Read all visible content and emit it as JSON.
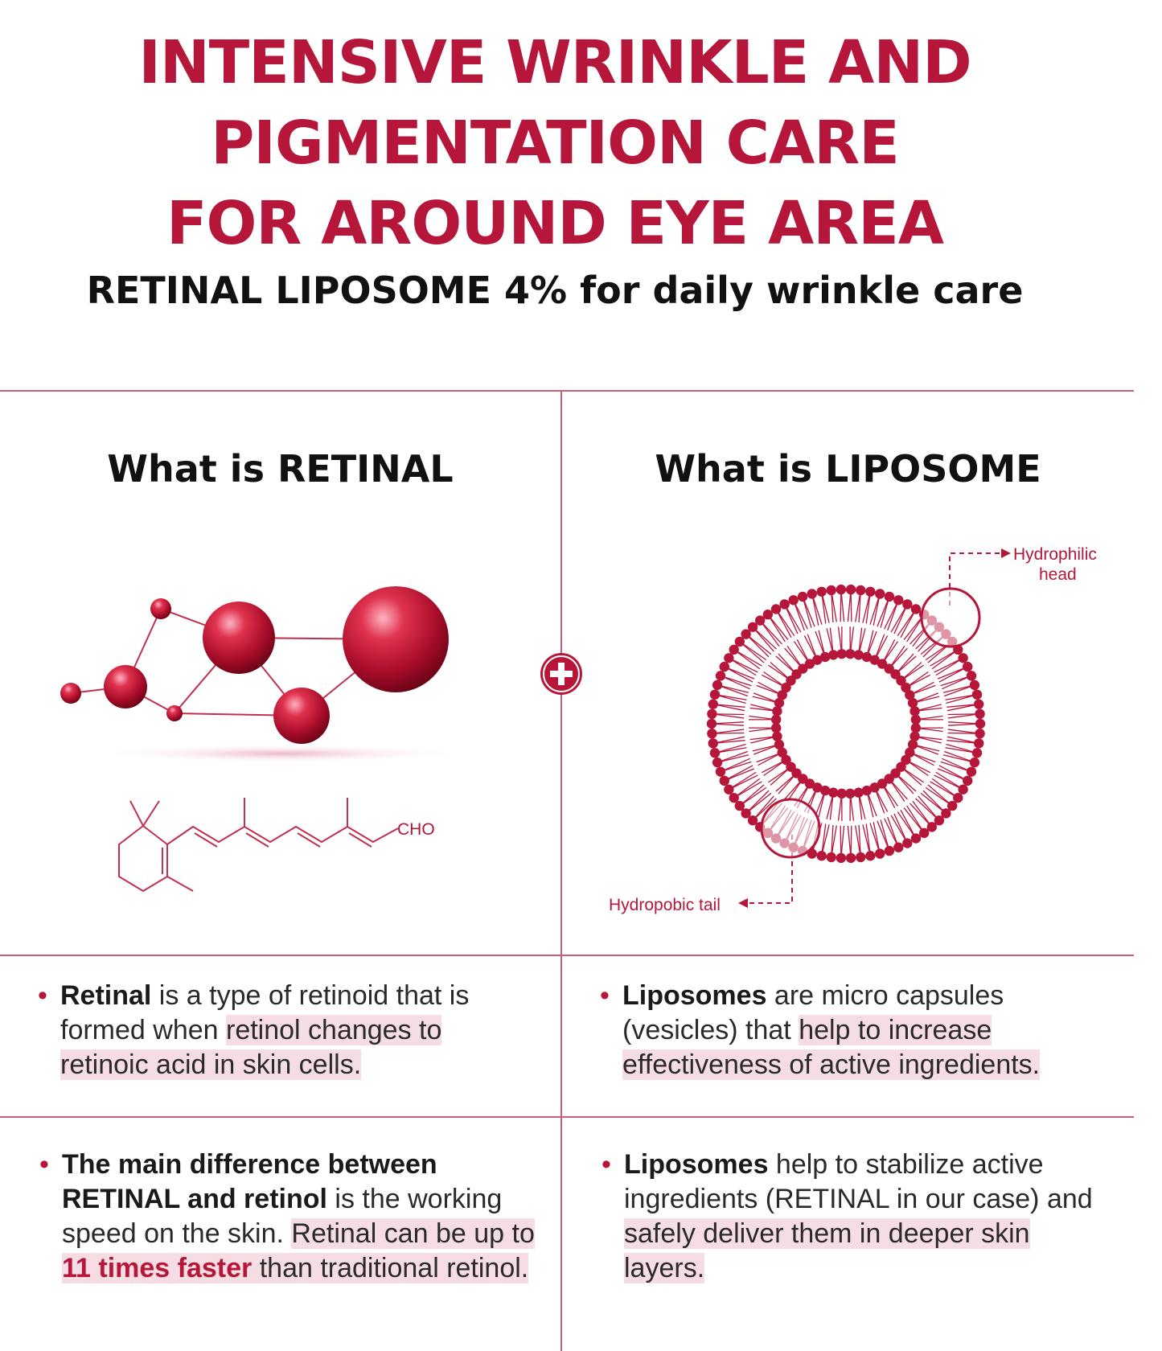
{
  "title": {
    "line1": "INTENSIVE WRINKLE AND",
    "line2": "PIGMENTATION CARE",
    "line3": "FOR AROUND EYE AREA"
  },
  "subtitle": "RETINAL LIPOSOME 4% for daily wrinkle care",
  "left": {
    "heading": "What is RETINAL",
    "formula_label": "CHO",
    "bullet1": {
      "bold": "Retinal",
      "text_a": " is a type of retinoid that is formed when ",
      "highlight": "retinol changes to retinoic acid in skin cells."
    },
    "bullet2": {
      "bold": "The main difference between RETINAL and retinol",
      "text_a": " is the working speed  on the skin. ",
      "highlight_a": "Retinal can be up to ",
      "emphasis": "11 times faster",
      "highlight_b": " than traditional retinol."
    }
  },
  "right": {
    "heading": "What is LIPOSOME",
    "label_head_1": "Hydrophilic",
    "label_head_2": "head",
    "label_tail": "Hydropobic tail",
    "bullet1": {
      "bold": "Liposomes",
      "text_a": " are micro capsules (vesicles) that ",
      "highlight": "help to increase effectiveness of active ingredients."
    },
    "bullet2": {
      "bold": "Liposomes",
      "text_a": " help to stabilize active ingredients (RETINAL in our case) and ",
      "highlight": "safely deliver them in deeper skin layers."
    }
  },
  "colors": {
    "brand_red": "#b5163a",
    "highlight": "#f6dde3",
    "divider": "#cc5f78"
  },
  "icons": [
    "plus-icon",
    "molecule-illustration",
    "retinal-structural-formula",
    "liposome-illustration"
  ]
}
